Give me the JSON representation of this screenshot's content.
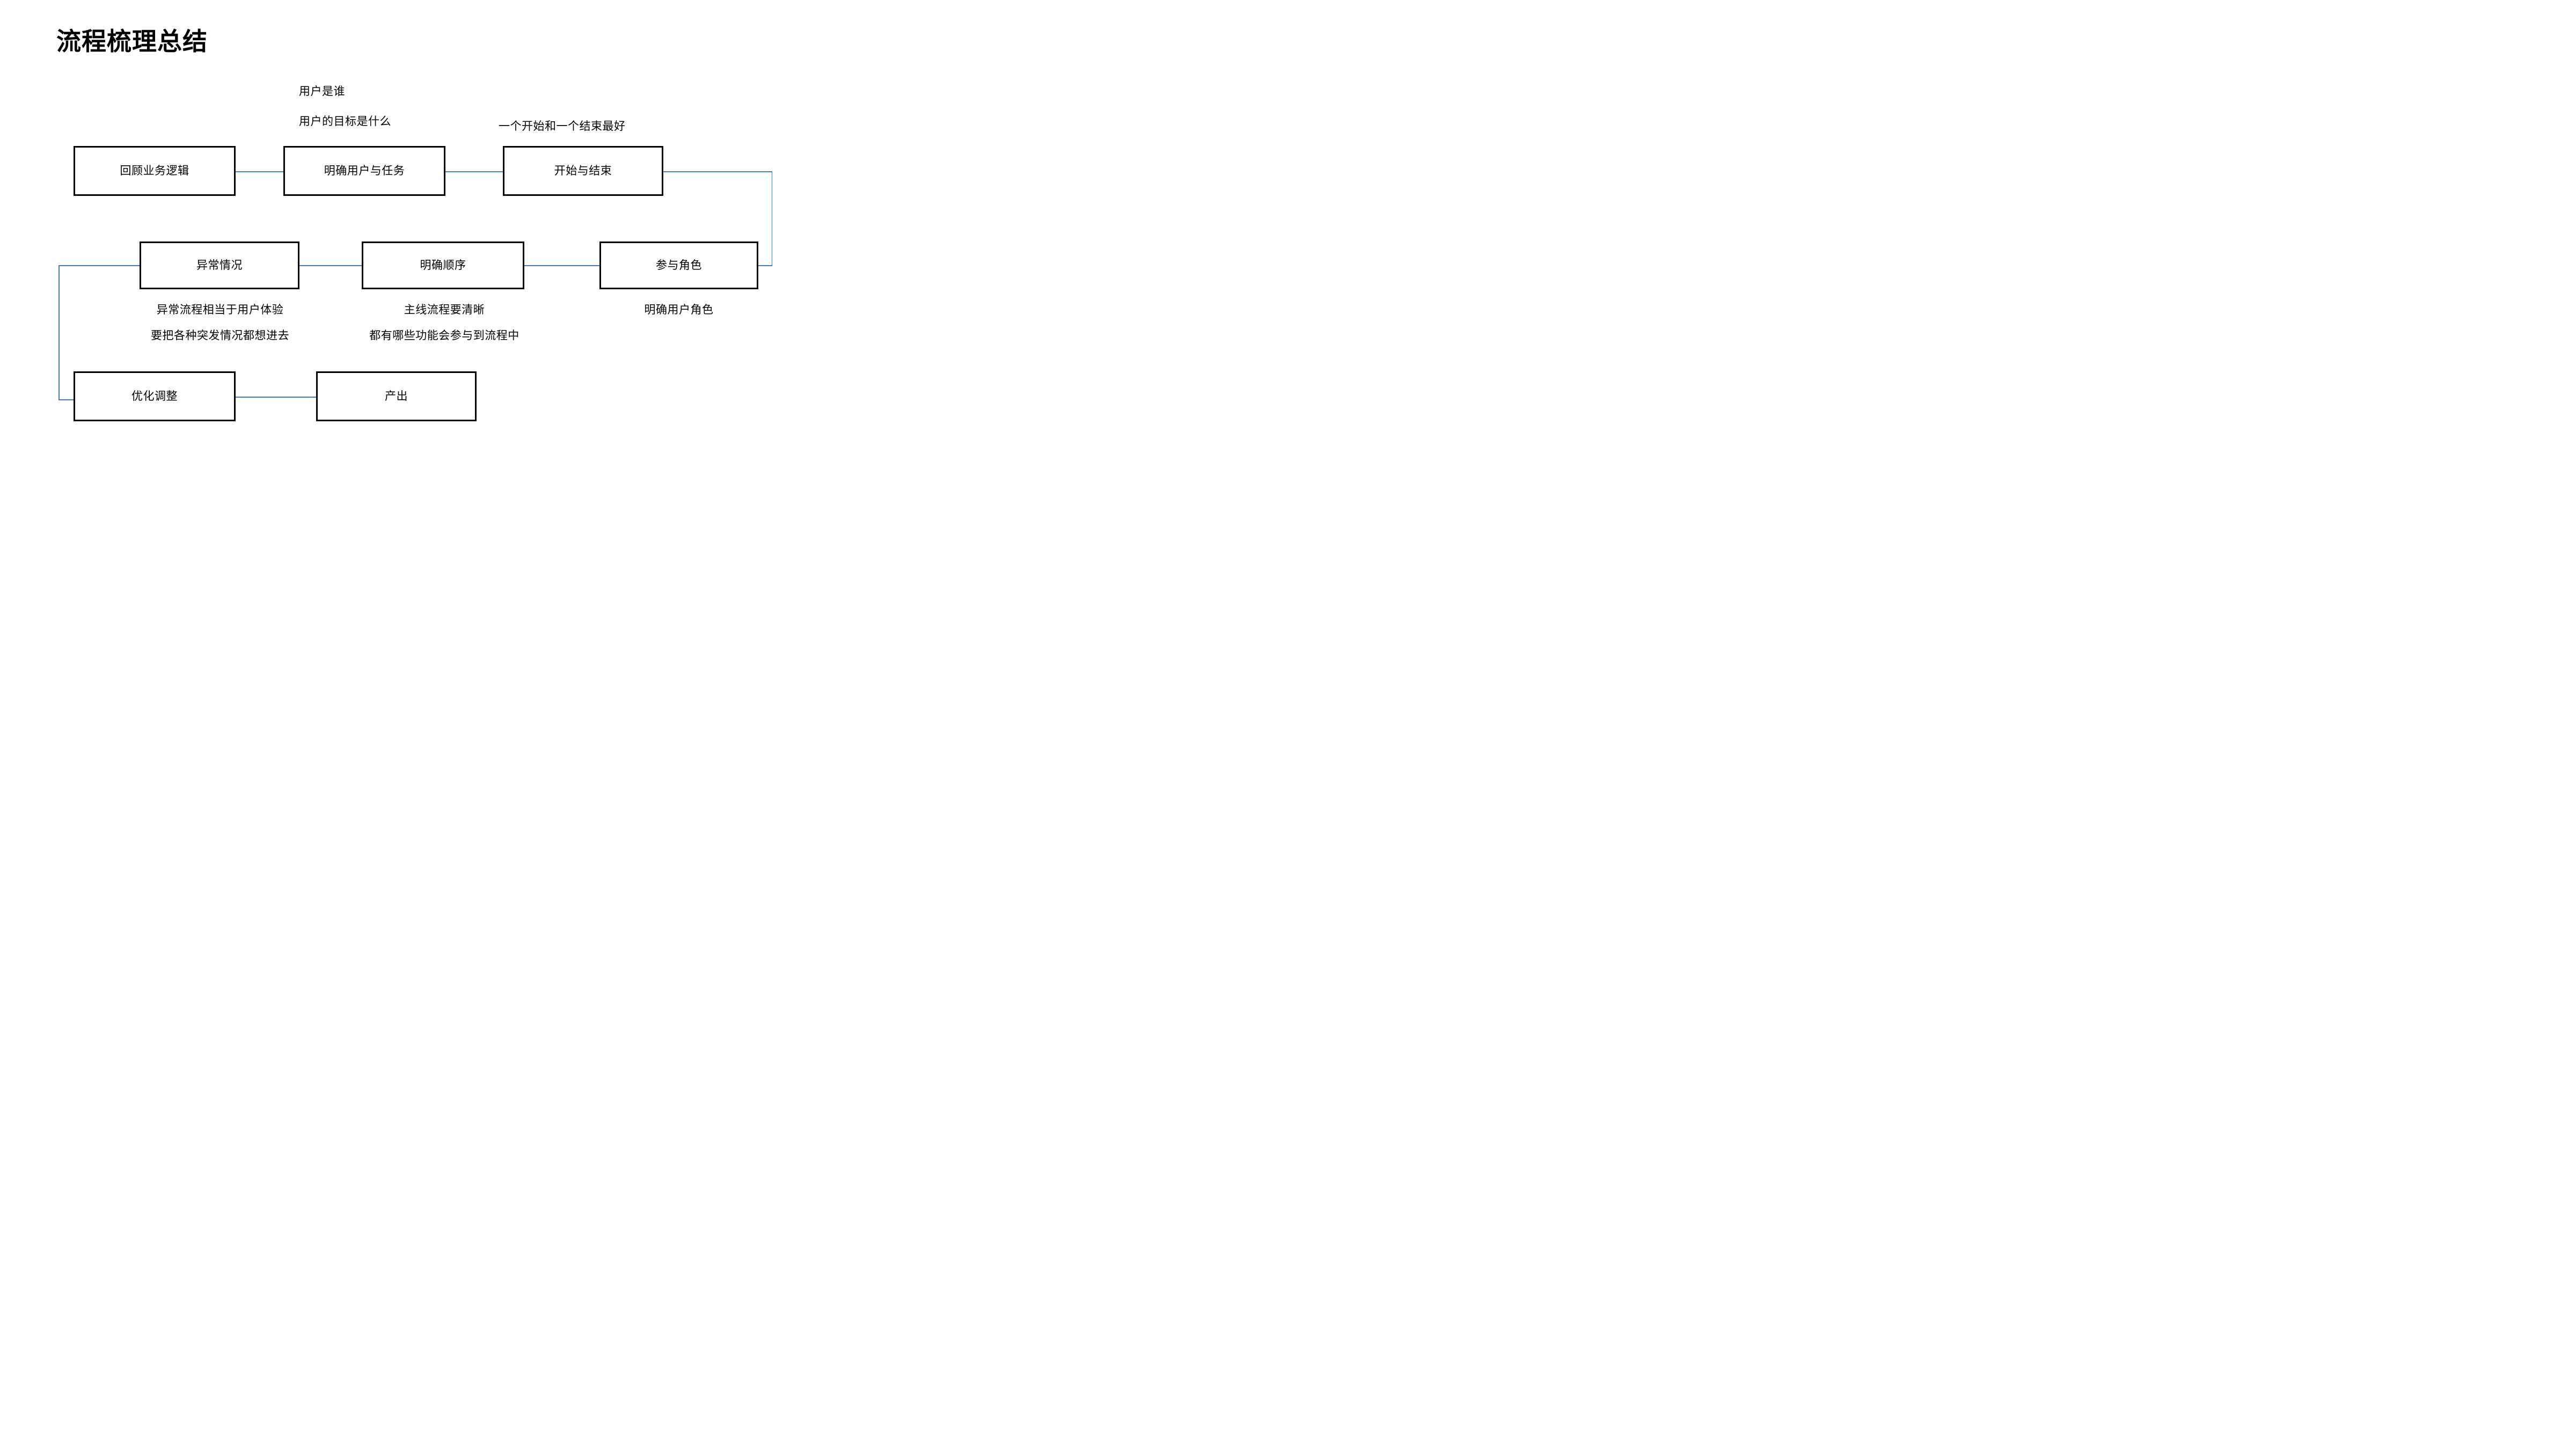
{
  "title": "流程梳理总结",
  "colors": {
    "connector": "#4A77C7",
    "box_border": "#000000",
    "box_fill": "#FFFFFF",
    "text": "#000000",
    "background": "#FFFFFF"
  },
  "nodes": {
    "review_business_logic": "回顾业务逻辑",
    "clarify_user_task": "明确用户与任务",
    "start_and_end": "开始与结束",
    "participating_roles": "参与角色",
    "clarify_sequence": "明确顺序",
    "exception_cases": "异常情况",
    "optimize_adjust": "优化调整",
    "output": "产出"
  },
  "annotations": {
    "user_who": "用户是谁",
    "user_goal": "用户的目标是什么",
    "one_start_one_end": "一个开始和一个结束最好",
    "exception_ux_1": "异常流程相当于用户体验",
    "exception_ux_2": "要把各种突发情况都想进去",
    "main_flow_1": "主线流程要清晰",
    "main_flow_2": "都有哪些功能会参与到流程中",
    "clarify_user_roles": "明确用户角色"
  },
  "flow_order": [
    "回顾业务逻辑",
    "明确用户与任务",
    "开始与结束",
    "参与角色",
    "明确顺序",
    "异常情况",
    "优化调整",
    "产出"
  ]
}
